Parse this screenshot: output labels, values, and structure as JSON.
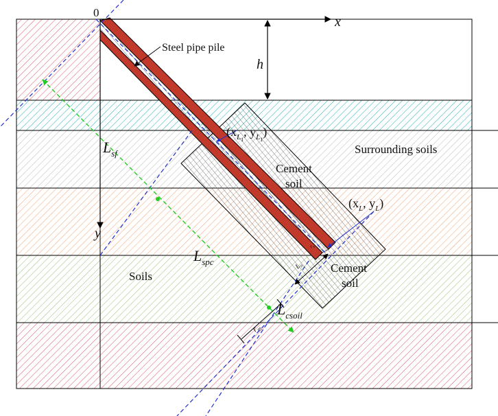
{
  "labels": {
    "origin": "0",
    "x_axis": "x",
    "y_axis": "y",
    "h": "h",
    "steel_pipe_pile": "Steel pipe pile",
    "point_L1": "(x",
    "point_L1_sub_x": "L",
    "point_L1_sub_x2": "1",
    "point_L1_mid": ", y",
    "point_L1_sub_y": "L",
    "point_L1_sub_y2": "1",
    "point_L1_close": ")",
    "point_L": "(x",
    "point_L_sub_x": "L",
    "point_L_mid": ", y",
    "point_L_sub_y": "L",
    "point_L_close": ")",
    "surrounding_soils": "Surrounding soils",
    "cement_soil_1_line1": "Cement",
    "cement_soil_1_line2": "soil",
    "cement_soil_2_line1": "Cement",
    "cement_soil_2_line2": "soil",
    "soils": "Soils",
    "L_sf": "L",
    "L_sf_sub": "sf",
    "L_spc": "L",
    "L_spc_sub": "spc",
    "L_csoil": "L",
    "L_csoil_sub": "csoil",
    "r_m": "r",
    "r_m_sub": "m",
    "L_n": "L",
    "L_n_sub": "n",
    "r_small": "r",
    "r_small_sub": "s"
  },
  "colors": {
    "layer_top_red": "#e06070",
    "layer_cyan": "#2fb3b8",
    "layer_gray": "#b8b8b8",
    "layer_orange": "#f0a070",
    "layer_green": "#9ac07a",
    "layer_bottom_red": "#e06070",
    "pile": "#c0392b",
    "dashed_blue": "#1f2fd0",
    "dashed_green": "#22cc22"
  }
}
